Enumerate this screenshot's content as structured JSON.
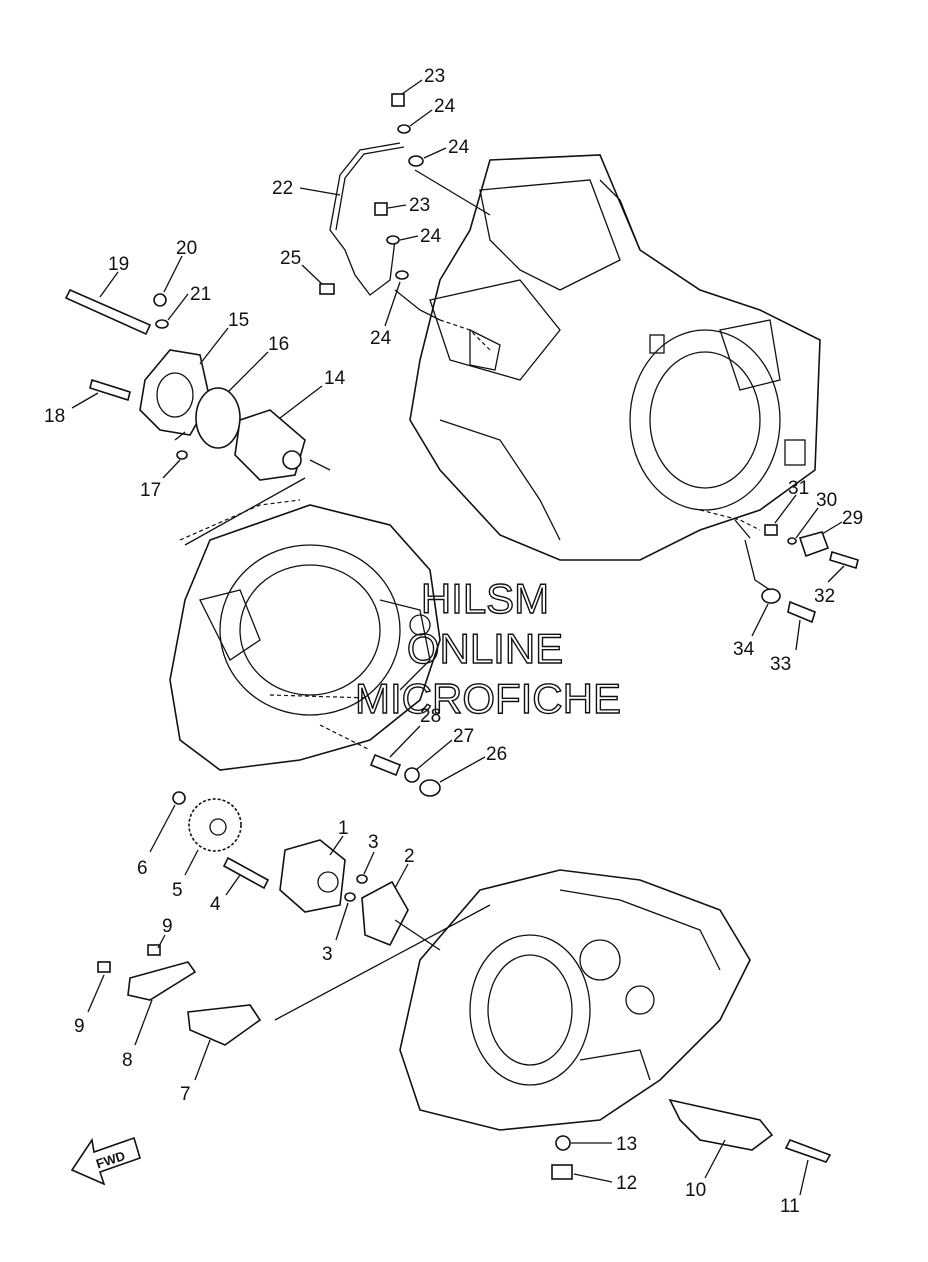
{
  "watermark": {
    "line1": "HILSM",
    "line2": "ONLINE",
    "line3": "MICROFICHE"
  },
  "direction_label": "FWD",
  "callouts": [
    "1",
    "2",
    "3",
    "3",
    "4",
    "5",
    "6",
    "7",
    "8",
    "9",
    "9",
    "10",
    "11",
    "12",
    "13",
    "14",
    "15",
    "16",
    "17",
    "18",
    "19",
    "20",
    "21",
    "22",
    "23",
    "23",
    "24",
    "24",
    "24",
    "24",
    "25",
    "26",
    "27",
    "28",
    "29",
    "30",
    "31",
    "32",
    "33",
    "34"
  ]
}
